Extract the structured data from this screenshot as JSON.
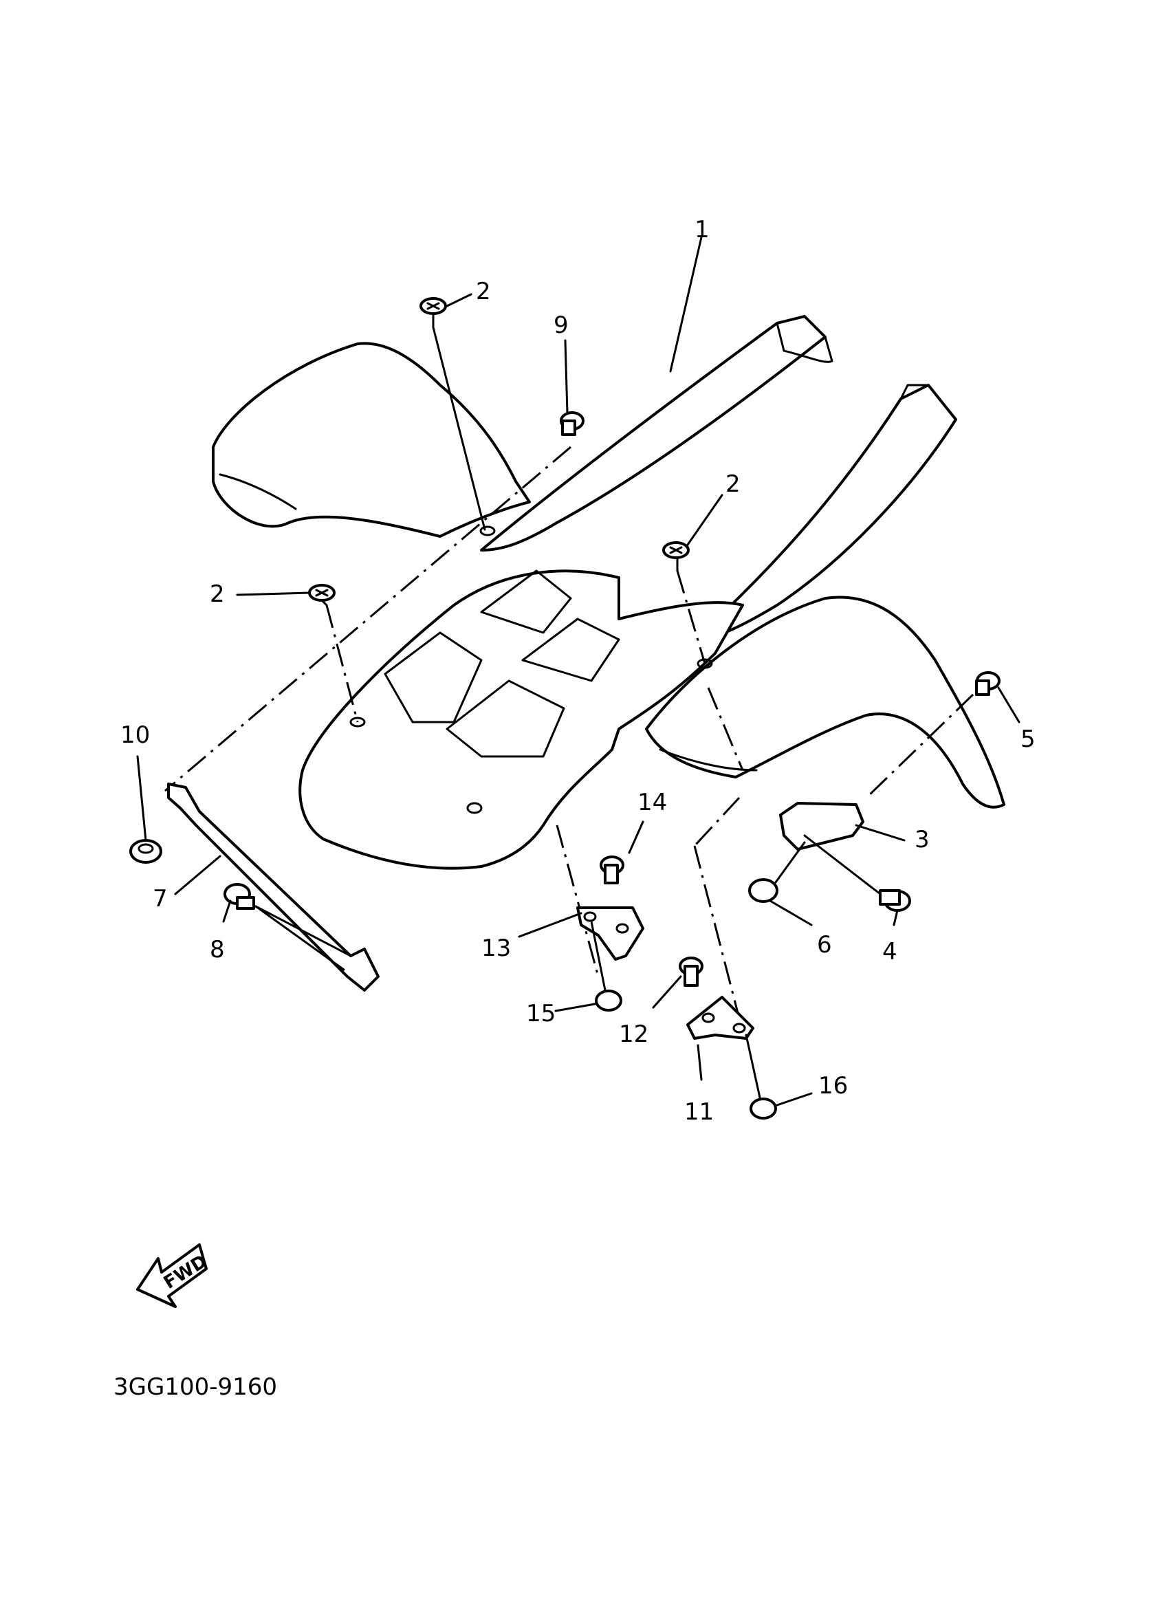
{
  "diagram": {
    "code": "3GG100-9160",
    "fwd_label": "FWD",
    "callouts": [
      {
        "id": "c1",
        "label": "1"
      },
      {
        "id": "c2a",
        "label": "2"
      },
      {
        "id": "c2b",
        "label": "2"
      },
      {
        "id": "c2c",
        "label": "2"
      },
      {
        "id": "c3",
        "label": "3"
      },
      {
        "id": "c4",
        "label": "4"
      },
      {
        "id": "c5",
        "label": "5"
      },
      {
        "id": "c6",
        "label": "6"
      },
      {
        "id": "c7",
        "label": "7"
      },
      {
        "id": "c8",
        "label": "8"
      },
      {
        "id": "c9",
        "label": "9"
      },
      {
        "id": "c10",
        "label": "10"
      },
      {
        "id": "c11",
        "label": "11"
      },
      {
        "id": "c12",
        "label": "12"
      },
      {
        "id": "c13",
        "label": "13"
      },
      {
        "id": "c14",
        "label": "14"
      },
      {
        "id": "c15",
        "label": "15"
      },
      {
        "id": "c16",
        "label": "16"
      }
    ]
  }
}
